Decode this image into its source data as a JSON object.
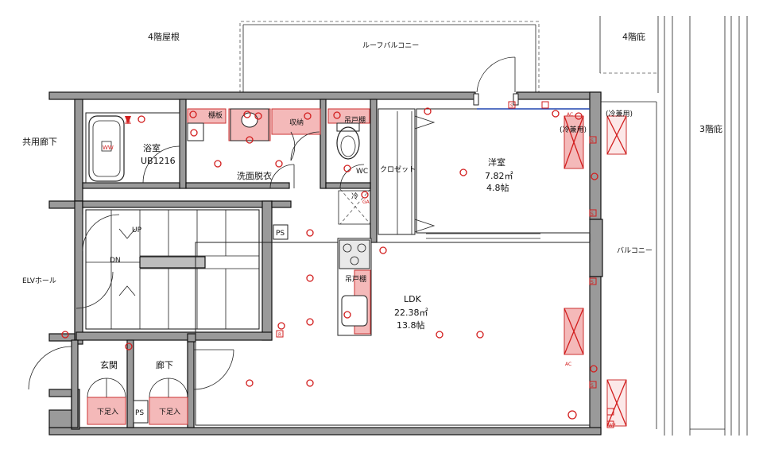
{
  "labels": {
    "roof_4f": "4階屋根",
    "roof_balcony": "ルーフバルコニー",
    "garden_4f": "4階庇",
    "garden_3f": "3階庇",
    "common_corridor": "共用廊下",
    "elv_hall": "ELVホール",
    "bathroom": "浴室",
    "bathroom_code": "UB1216",
    "storage_board": "棚板",
    "storage": "収納",
    "hanging_shelf_wc": "吊戸棚",
    "washroom": "洗面脱衣",
    "wc": "WC",
    "closet": "クロゼット",
    "western_room": "洋室",
    "western_area": "7.82㎡",
    "western_tatami": "4.8帖",
    "aircon_note_1": "(冷兼用)",
    "aircon_note_2": "(冷兼用)",
    "balcony": "バルコニー",
    "cold": "冷",
    "hanging_shelf_kitchen": "吊戸棚",
    "ldk": "LDK",
    "ldk_area": "22.38㎡",
    "ldk_tatami": "13.8帖",
    "ps1": "PS",
    "ps2": "PS",
    "up": "UP",
    "dn": "DN",
    "entrance": "玄関",
    "hallway": "廊下",
    "shoe_box_1": "下足入",
    "shoe_box_2": "下足入"
  },
  "symbols": {
    "ac": "AC",
    "s": "S",
    "r": "R",
    "wp": "WP",
    "ww": "WW",
    "ga": "GA"
  }
}
